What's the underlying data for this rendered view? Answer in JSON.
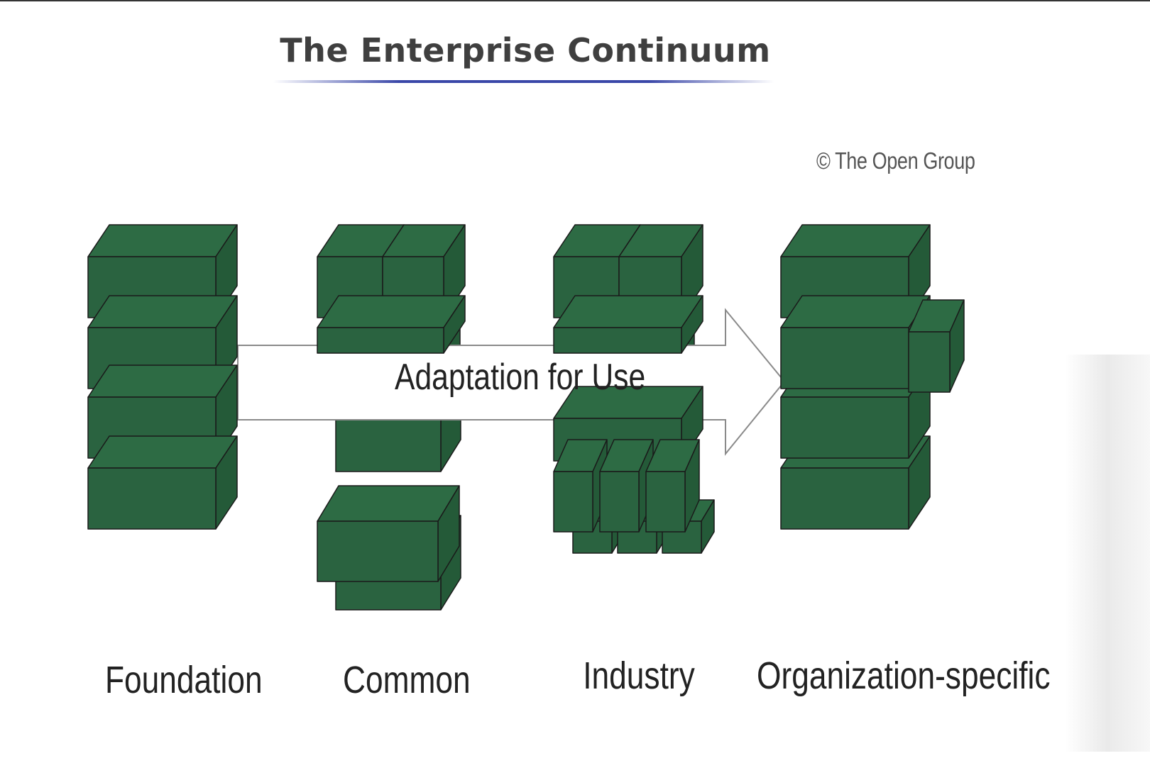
{
  "title": "The Enterprise Continuum",
  "copyright": "© The Open Group",
  "arrow_label": "Adaptation for Use",
  "columns": [
    {
      "label": "Foundation"
    },
    {
      "label": "Common"
    },
    {
      "label": "Industry"
    },
    {
      "label": "Organization-specific"
    }
  ],
  "colors": {
    "block_front": "#2a6340",
    "block_top": "#2d6b44",
    "block_side": "#245a38",
    "outline": "#1a1a1a",
    "title_underline": "#3a47a8"
  }
}
